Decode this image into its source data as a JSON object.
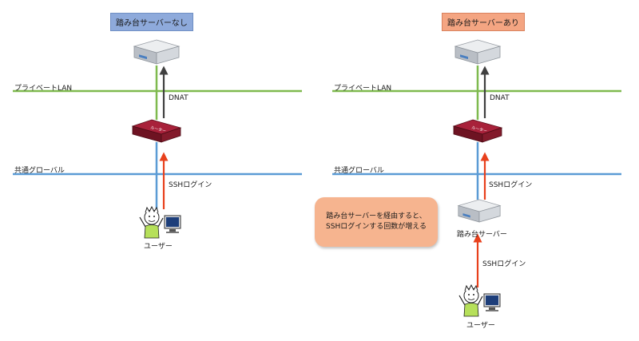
{
  "left_panel": {
    "title": "踏み台サーバーなし",
    "lan_label": "プライベートLAN",
    "global_label": "共通グローバル",
    "dnat_label": "DNAT",
    "ssh_label": "SSHログイン",
    "user_label": "ユーザー"
  },
  "right_panel": {
    "title": "踏み台サーバーあり",
    "lan_label": "プライベートLAN",
    "global_label": "共通グローバル",
    "dnat_label": "DNAT",
    "ssh_label_upper": "SSHログイン",
    "ssh_label_lower": "SSHログイン",
    "bastion_label": "踏み台サーバー",
    "user_label": "ユーザー",
    "callout_line1": "踏み台サーバーを経由すると、",
    "callout_line2": "SSHログインする回数が増える"
  },
  "colors": {
    "lan_line": "#7fba4f",
    "global_line": "#5b9bd5",
    "dnat_arrow": "#404040",
    "ssh_arrow": "#e8401c",
    "router": "#8b1a2b",
    "title_left_bg": "#8eaadb",
    "title_right_bg": "#f4a582",
    "callout_bg": "#f6b48f"
  },
  "icons": [
    "server-icon",
    "router-icon",
    "user-icon",
    "monitor-icon"
  ]
}
